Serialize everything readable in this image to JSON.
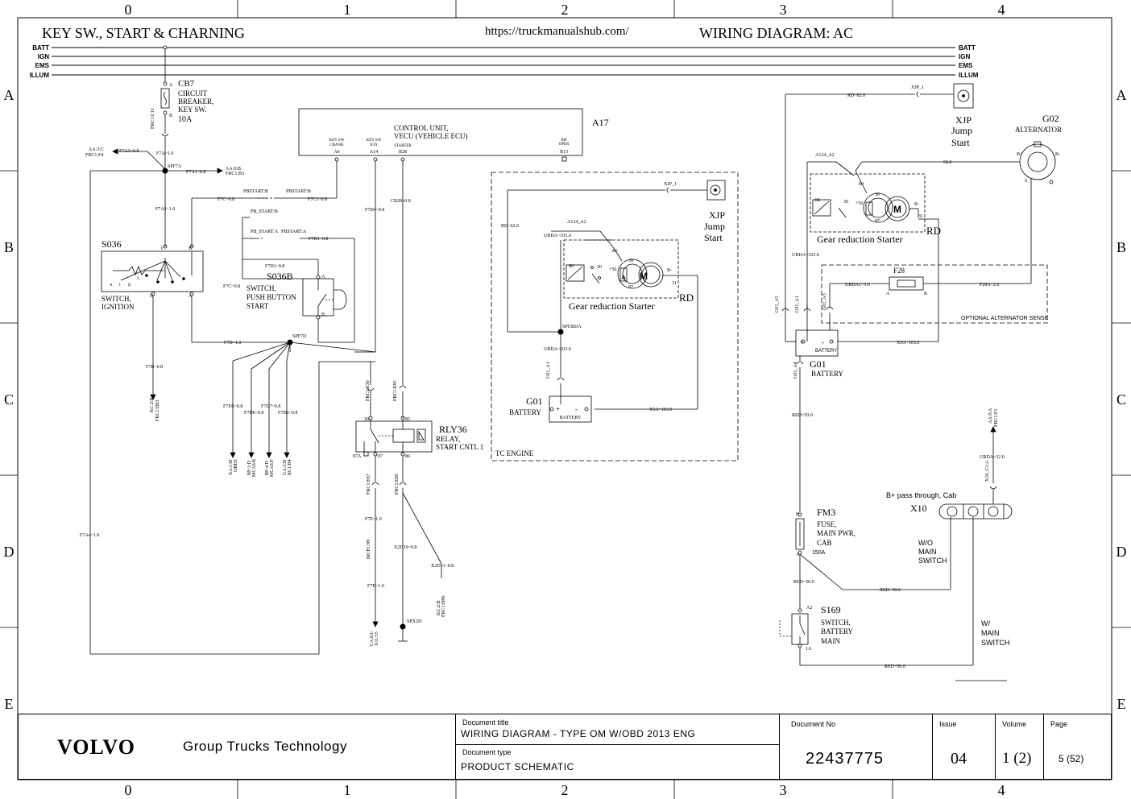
{
  "header": {
    "title_left": "KEY SW., START & CHARNING",
    "url": "https://truckmanualshub.com/",
    "title_right": "WIRING DIAGRAM: AC"
  },
  "grid": {
    "columns": [
      "0",
      "1",
      "2",
      "3",
      "4"
    ],
    "rows": [
      "A",
      "B",
      "C",
      "D",
      "E"
    ]
  },
  "rails": [
    "BATT",
    "IGN",
    "EMS",
    "ILLUM"
  ],
  "components": {
    "cb7": {
      "id": "CB7",
      "desc": [
        "CIRCUIT",
        "BREAKER,",
        "KEY SW.",
        "10A"
      ],
      "pinA": "A",
      "pinB": "B"
    },
    "a17": {
      "id": "A17",
      "desc": [
        "CONTROL UNIT,",
        "VECU (VEHICLE ECU)"
      ],
      "pins": [
        {
          "label": "KEY SW\nCRANK",
          "pin": "A6"
        },
        {
          "label": "KEY SW\nIGN",
          "pin": "A14"
        },
        {
          "label": "STARTER",
          "pin": "B28"
        },
        {
          "label": "RH\nOPER",
          "pin": "B13"
        }
      ]
    },
    "s036": {
      "id": "S036",
      "desc": [
        "SWITCH,",
        "IGNITION"
      ],
      "pins": [
        "C",
        "B",
        "D",
        "A"
      ],
      "contacts": [
        "A",
        "I",
        "II",
        "S"
      ]
    },
    "s036b": {
      "id": "S036B",
      "desc": [
        "SWITCH,",
        "PUSH BUTTON",
        "START"
      ],
      "pins": [
        "A",
        "B"
      ]
    },
    "rly36": {
      "id": "RLY36",
      "desc": [
        "RELAY,",
        "START CNTL 1"
      ],
      "pins": [
        "30",
        "85",
        "87A",
        "87",
        "86"
      ]
    },
    "xjp_mid": {
      "id": "XJP",
      "desc": [
        "Jump",
        "Start"
      ]
    },
    "xjp_right": {
      "id": "XJP",
      "desc": [
        "Jump",
        "Start"
      ]
    },
    "starter_mid": {
      "label": "Gear reduction Starter",
      "rd": "RD",
      "pins": [
        "86",
        "30",
        "B+",
        "+50",
        "30",
        "87",
        "B-",
        "31"
      ]
    },
    "starter_right": {
      "label": "Gear reduction Starter",
      "rd": "RD",
      "pins": [
        "86",
        "30",
        "B+",
        "+50",
        "30",
        "87",
        "B-",
        "31"
      ]
    },
    "g01_mid": {
      "id": "G01",
      "desc": "BATTERY",
      "box": "BATTERY"
    },
    "g01_right": {
      "id": "G01",
      "desc": "BATTERY",
      "box": "BATTERY"
    },
    "g02": {
      "id": "G02",
      "desc": "ALTERNATOR",
      "pins": [
        "B+",
        "B-",
        "S"
      ]
    },
    "f28": {
      "id": "F28",
      "pins": [
        "A",
        "B"
      ]
    },
    "fm3": {
      "id": "FM3",
      "desc": [
        "FUSE,",
        "MAIN PWR,",
        "CAB"
      ],
      "rating": "150A",
      "pins": [
        "B",
        "A"
      ]
    },
    "s169": {
      "id": "S169",
      "desc": [
        "SWITCH,",
        "BATTERY",
        "MAIN"
      ],
      "pins": [
        "A2",
        "1A"
      ]
    },
    "x10": {
      "id": "X10",
      "caption": "B+ pass through, Cab"
    },
    "tc_engine": "TC ENGINE",
    "optional_sense": "OPTIONAL ALTERNATOR SENSE",
    "wo_main": [
      "W/O",
      "MAIN",
      "SWITCH"
    ],
    "w_main": [
      "W/",
      "MAIN",
      "SWITCH"
    ]
  },
  "wire_labels": {
    "frc_c11": "FRC1:C11",
    "f7a3": "F7A3~0.8",
    "aa3c": "AA:3:C",
    "frc1f4": "FRC1:F4",
    "f7a": "F7A~1.0",
    "spf7a": "SPF7A",
    "f7a1": "F7A1~0.8",
    "aa0b": "AA:0:B",
    "frc1b3": "FRC1:B3",
    "pbstart_b1": "PBSTART:B",
    "pbstart_b2": "PBSTART:B",
    "f7c1": "F7C1~0.8",
    "f7c": "F7C~0.8",
    "pb_start_b": "PB_START:B",
    "pb_start_a": "PB_START:A",
    "pbstart_a": "PBSTART:A",
    "f7d1": "F7D1~0.8",
    "f7d1b": "F7D1~0.8",
    "f7a2": "F7A2~1.0",
    "f7c_v": "F7C~0.8",
    "f7d4": "F7D4~0.8",
    "cb28": "CB28~0.8",
    "f7d": "F7D~1.0",
    "spf7d": "SPF7D",
    "f7b": "F7B~0.8",
    "kc2b": "KC:2:B",
    "frc1d83": "FRC1:D83",
    "f7d5": "F7D5~0.8",
    "f7d6": "F7D6~0.8",
    "f7d7": "F7D7~0.8",
    "f7d2": "F7D2~0.8",
    "xa1d": "XA:1:D",
    "obd3": "OBD3",
    "bf1d": "BF:1:D",
    "mcase": "MCAS:E",
    "bf4d": "BF:4:D",
    "mcasf": "MCAS:F",
    "ga3d": "GA:3:D",
    "rc1b4": "RC1:B4",
    "f7a4": "F7A4~1.0",
    "frc1e30": "FRC1:E30",
    "frc1e85": "FRC1:E85",
    "frc1e87": "FRC1:E87",
    "frc1e86": "FRC1:E86",
    "f7e_1": "F7E~1.0",
    "mcfc99": "MCFC:99",
    "f7e_2": "F7E~1.0",
    "x2d10": "X2D10~0.8",
    "x2d11": "X2D11~0.8",
    "kc2b_2": "KC:2:B",
    "frc1d86": "FRC1:D86",
    "ca6c": "CA:6:C",
    "x1155": "X11:55",
    "spx2d": "SPX2D",
    "xjp1_mid": "XJP_1",
    "rd62_mid": "RD~62.0",
    "a124a2_mid": "A124_A2",
    "urda103_mid": "URDA~103.0",
    "spurda": "SPURDA",
    "urda103_mid2": "URDA~103.0",
    "g01a1": "G01_A1",
    "x5a103_mid": "X5A~103.0",
    "rd62_right": "RD~62.0",
    "xjp1_right": "XJP_1",
    "a124a2_right": "A124_A2",
    "fifty": "50.0",
    "urda103_right": "URDA~103.0",
    "urda1_3": "URDA1~3.0",
    "f28a2": "F28A~2.0",
    "g01a5": "G01_A5",
    "g01a1_r": "G01_A1",
    "g01a3": "G01_A3",
    "x5a103_right": "X5A~103.0",
    "g01a4": "G01_A4",
    "red50_1": "RED~50.0",
    "aa0a": "AA:0:A",
    "frc1f1": "FRC1:F1",
    "urda32": "URDA~32.0",
    "x10c1a": "X10_C1:A",
    "red50_2": "RED~50.0",
    "red50_3": "RED~50.0",
    "red50_4": "RED~50.0"
  },
  "title_block": {
    "brand": "VOLVO",
    "company": "Group Trucks Technology",
    "doc_title_label": "Document title",
    "doc_title": "WIRING DIAGRAM - TYPE OM W/OBD 2013 ENG",
    "doc_type_label": "Document type",
    "doc_type": "PRODUCT SCHEMATIC",
    "doc_no_label": "Document No",
    "doc_no": "22437775",
    "issue_label": "Issue",
    "issue": "04",
    "volume_label": "Volume",
    "volume": "1 (2)",
    "page_label": "Page",
    "page": "5 (52)"
  }
}
